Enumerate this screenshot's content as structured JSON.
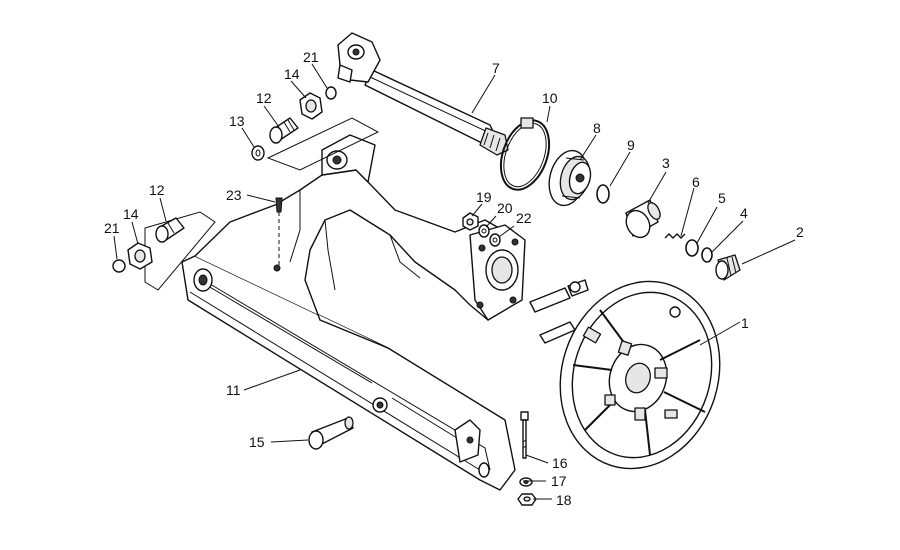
{
  "labels": {
    "p1": "1",
    "p2": "2",
    "p3": "3",
    "p4": "4",
    "p5": "5",
    "p6": "6",
    "p7": "7",
    "p8": "8",
    "p9": "9",
    "p10": "10",
    "p11": "11",
    "p12a": "12",
    "p12b": "12",
    "p13": "13",
    "p14a": "14",
    "p14b": "14",
    "p15": "15",
    "p16": "16",
    "p17": "17",
    "p18": "18",
    "p19": "19",
    "p20": "20",
    "p21a": "21",
    "p21b": "21",
    "p22": "22",
    "p23": "23"
  }
}
